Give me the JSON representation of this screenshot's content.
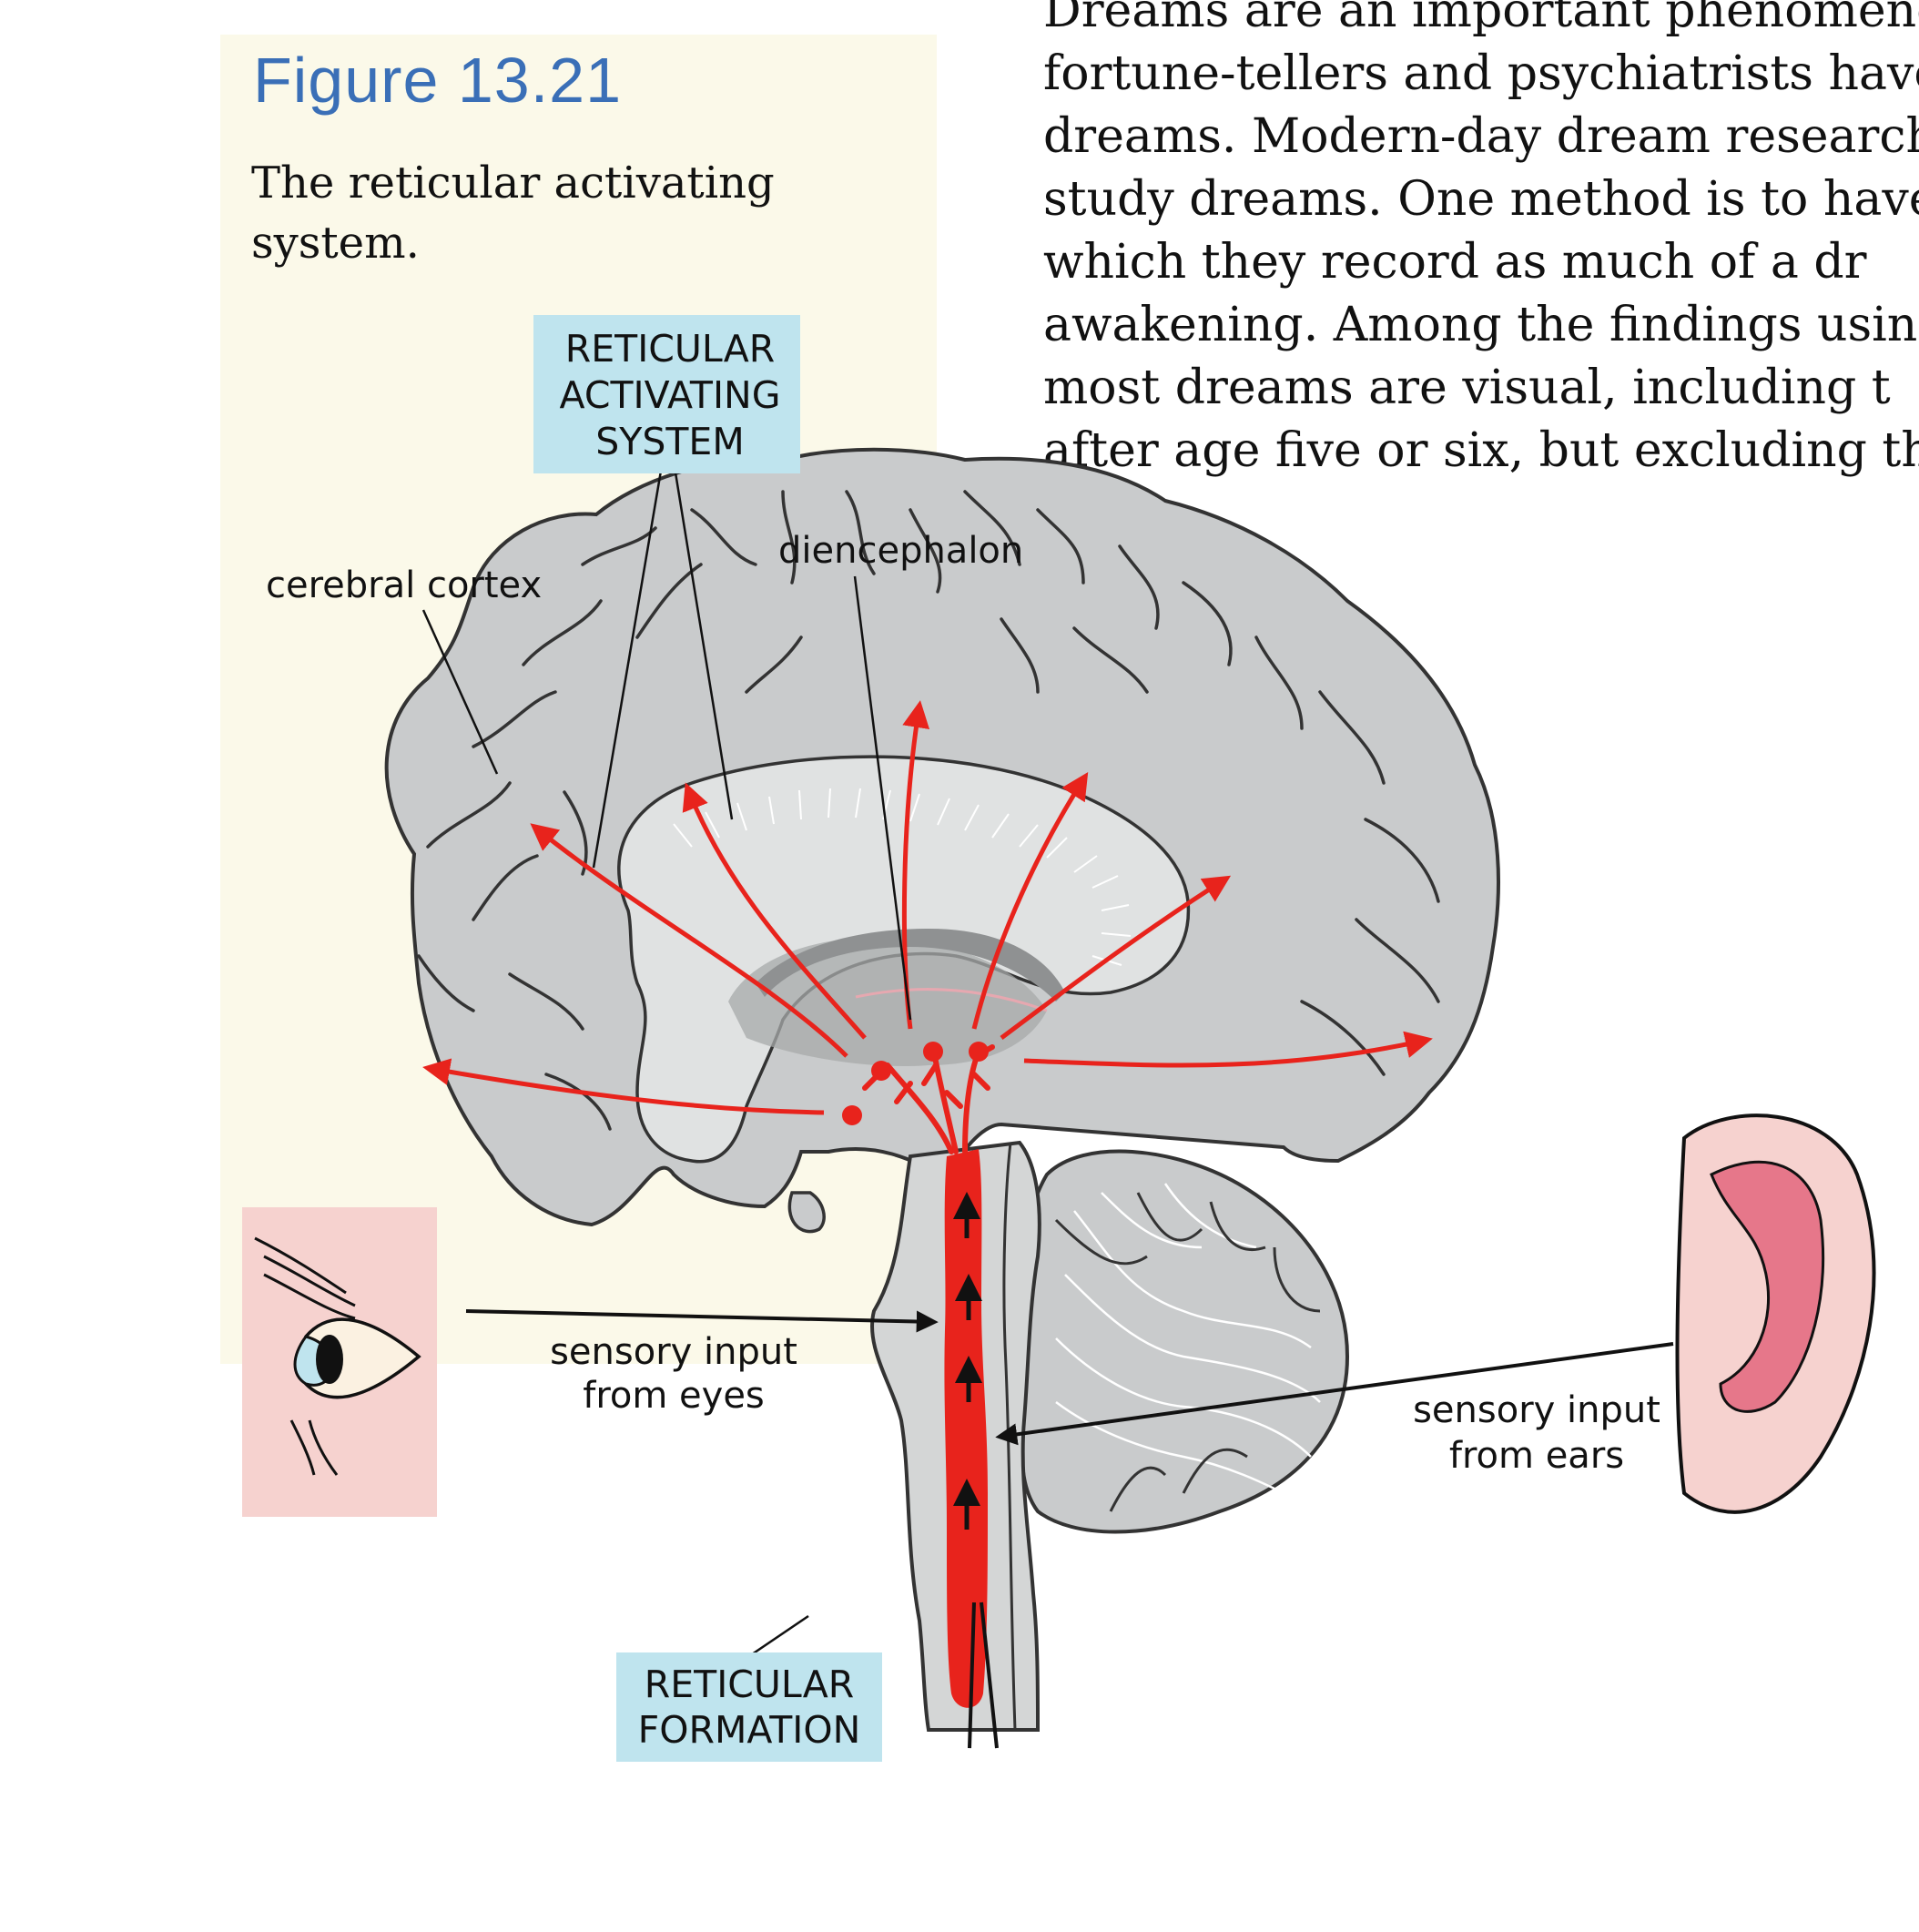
{
  "figure": {
    "title": "Figure 13.21",
    "caption": "The reticular activating system."
  },
  "body_text": {
    "lines": [
      "Dreams are an important phenomeno",
      "fortune-tellers and psychiatrists have",
      "dreams. Modern-day dream researche",
      "study dreams. One method is to have",
      "which they record as much of a dr",
      "awakening. Among the findings usin",
      "most dreams are visual, including t",
      "after age five or six, but excluding th"
    ]
  },
  "labels": {
    "ras_line1": "RETICULAR",
    "ras_line2": "ACTIVATING",
    "ras_line3": "SYSTEM",
    "cerebral_cortex": "cerebral cortex",
    "diencephalon": "diencephalon",
    "eyes_line1": "sensory input",
    "eyes_line2": "from eyes",
    "ears_line1": "sensory input",
    "ears_line2": "from ears",
    "rf_line1": "RETICULAR",
    "rf_line2": "FORMATION"
  },
  "colors": {
    "accent_title": "#3a6fb7",
    "pathway_red": "#e8231c",
    "brain_gray": "#c9cbcc",
    "label_box": "#bfe4ee",
    "panel_bg": "#fbf9e9",
    "skin_pink": "#f6d2cf"
  }
}
